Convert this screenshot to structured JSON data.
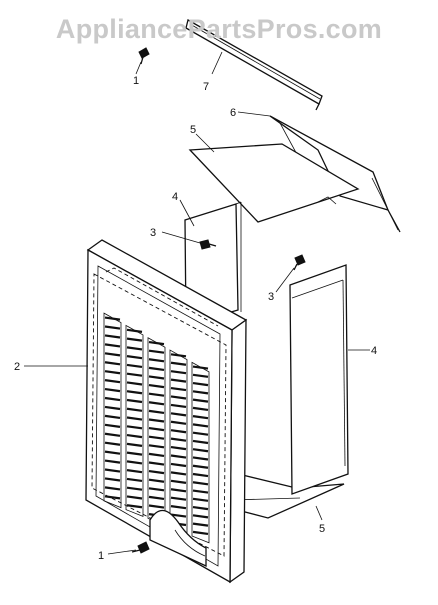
{
  "watermark": "AppliancePartsPros.com",
  "callouts": [
    {
      "id": "c1-top",
      "label": "1",
      "part": 1
    },
    {
      "id": "c7",
      "label": "7",
      "part": 7
    },
    {
      "id": "c6",
      "label": "6",
      "part": 6
    },
    {
      "id": "c5-top",
      "label": "5",
      "part": 5
    },
    {
      "id": "c4-left",
      "label": "4",
      "part": 4
    },
    {
      "id": "c3-left",
      "label": "3",
      "part": 3
    },
    {
      "id": "c3-right",
      "label": "3",
      "part": 3
    },
    {
      "id": "c2",
      "label": "2",
      "part": 2
    },
    {
      "id": "c4-right",
      "label": "4",
      "part": 4
    },
    {
      "id": "c5-bottom",
      "label": "5",
      "part": 5
    },
    {
      "id": "c1-bottom",
      "label": "1",
      "part": 1
    }
  ]
}
